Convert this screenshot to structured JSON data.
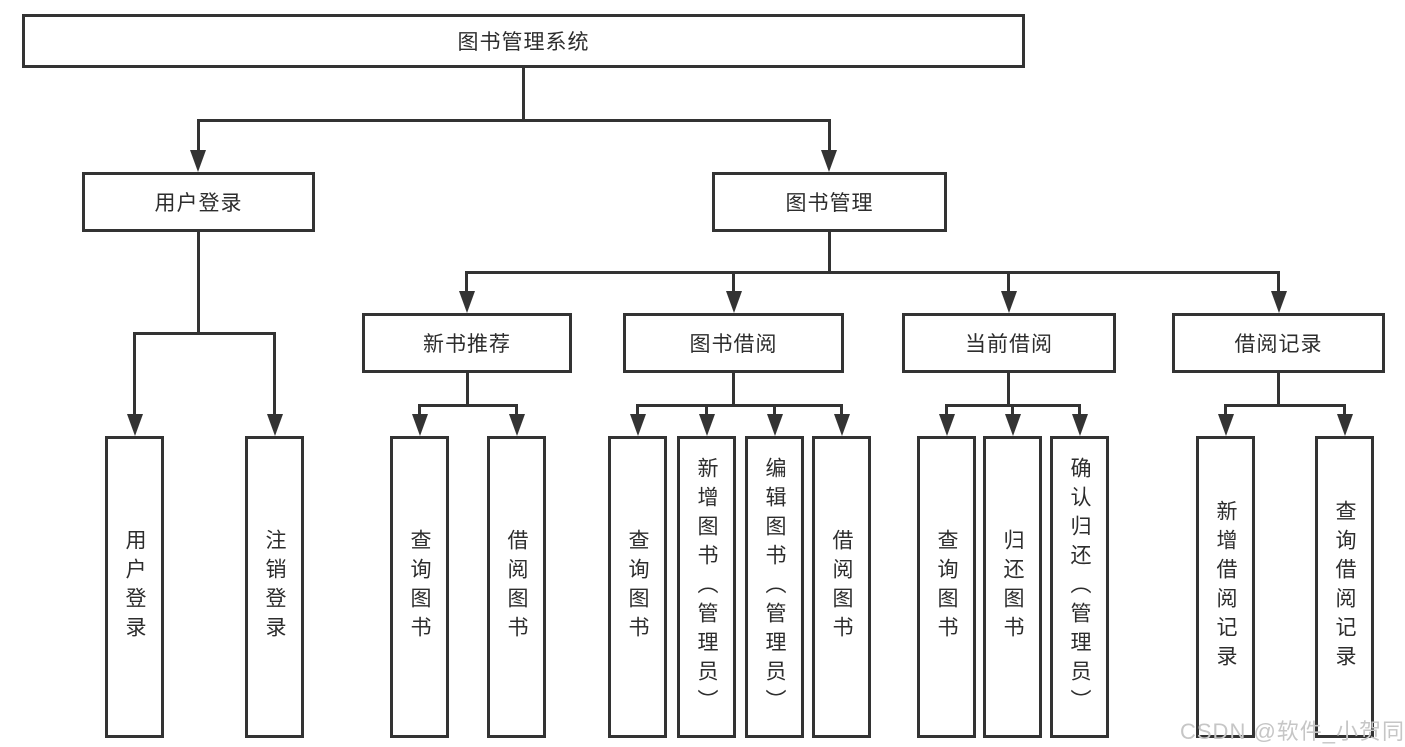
{
  "root": {
    "label": "图书管理系统"
  },
  "level2": [
    {
      "label": "用户登录"
    },
    {
      "label": "图书管理"
    }
  ],
  "level3": [
    {
      "label": "新书推荐"
    },
    {
      "label": "图书借阅"
    },
    {
      "label": "当前借阅"
    },
    {
      "label": "借阅记录"
    }
  ],
  "leaves": {
    "user_login": [
      {
        "label": "用户登录"
      },
      {
        "label": "注销登录"
      }
    ],
    "new_books": [
      {
        "label": "查询图书"
      },
      {
        "label": "借阅图书"
      }
    ],
    "borrowing": [
      {
        "label": "查询图书"
      },
      {
        "label": "新增图书（管理员）"
      },
      {
        "label": "编辑图书（管理员）"
      },
      {
        "label": "借阅图书"
      }
    ],
    "current": [
      {
        "label": "查询图书"
      },
      {
        "label": "归还图书"
      },
      {
        "label": "确认归还（管理员）"
      }
    ],
    "records": [
      {
        "label": "新增借阅记录"
      },
      {
        "label": "查询借阅记录"
      }
    ]
  },
  "watermark": {
    "text": "CSDN @软件_小贺同学"
  },
  "colors": {
    "line": "#333333",
    "text": "#2d2d2d",
    "background": "#ffffff",
    "watermark": "#c6c6c6"
  }
}
